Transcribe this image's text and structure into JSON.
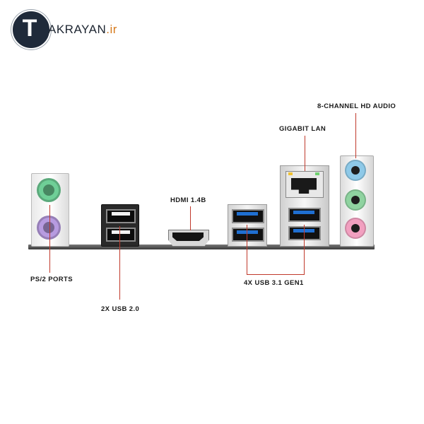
{
  "logo": {
    "letter": "T",
    "text": "AKRAYAN",
    "suffix": ".ir"
  },
  "labels": {
    "audio": "8-CHANNEL HD AUDIO",
    "lan": "GIGABIT LAN",
    "hdmi": "HDMI 1.4B",
    "ps2": "PS/2 PORTS",
    "usb31": "4X USB 3.1 GEN1",
    "usb20": "2X USB 2.0"
  },
  "colors": {
    "ps2_keyboard": "#6fcf97",
    "ps2_mouse": "#b79be0",
    "usb3": "#1f6fd1",
    "audio_line_in": "#8ec9e8",
    "audio_line_out": "#8fd3a0",
    "audio_mic": "#f2a0c0",
    "leader_line": "#c0392b"
  },
  "icons": [
    "logo-badge-icon"
  ]
}
